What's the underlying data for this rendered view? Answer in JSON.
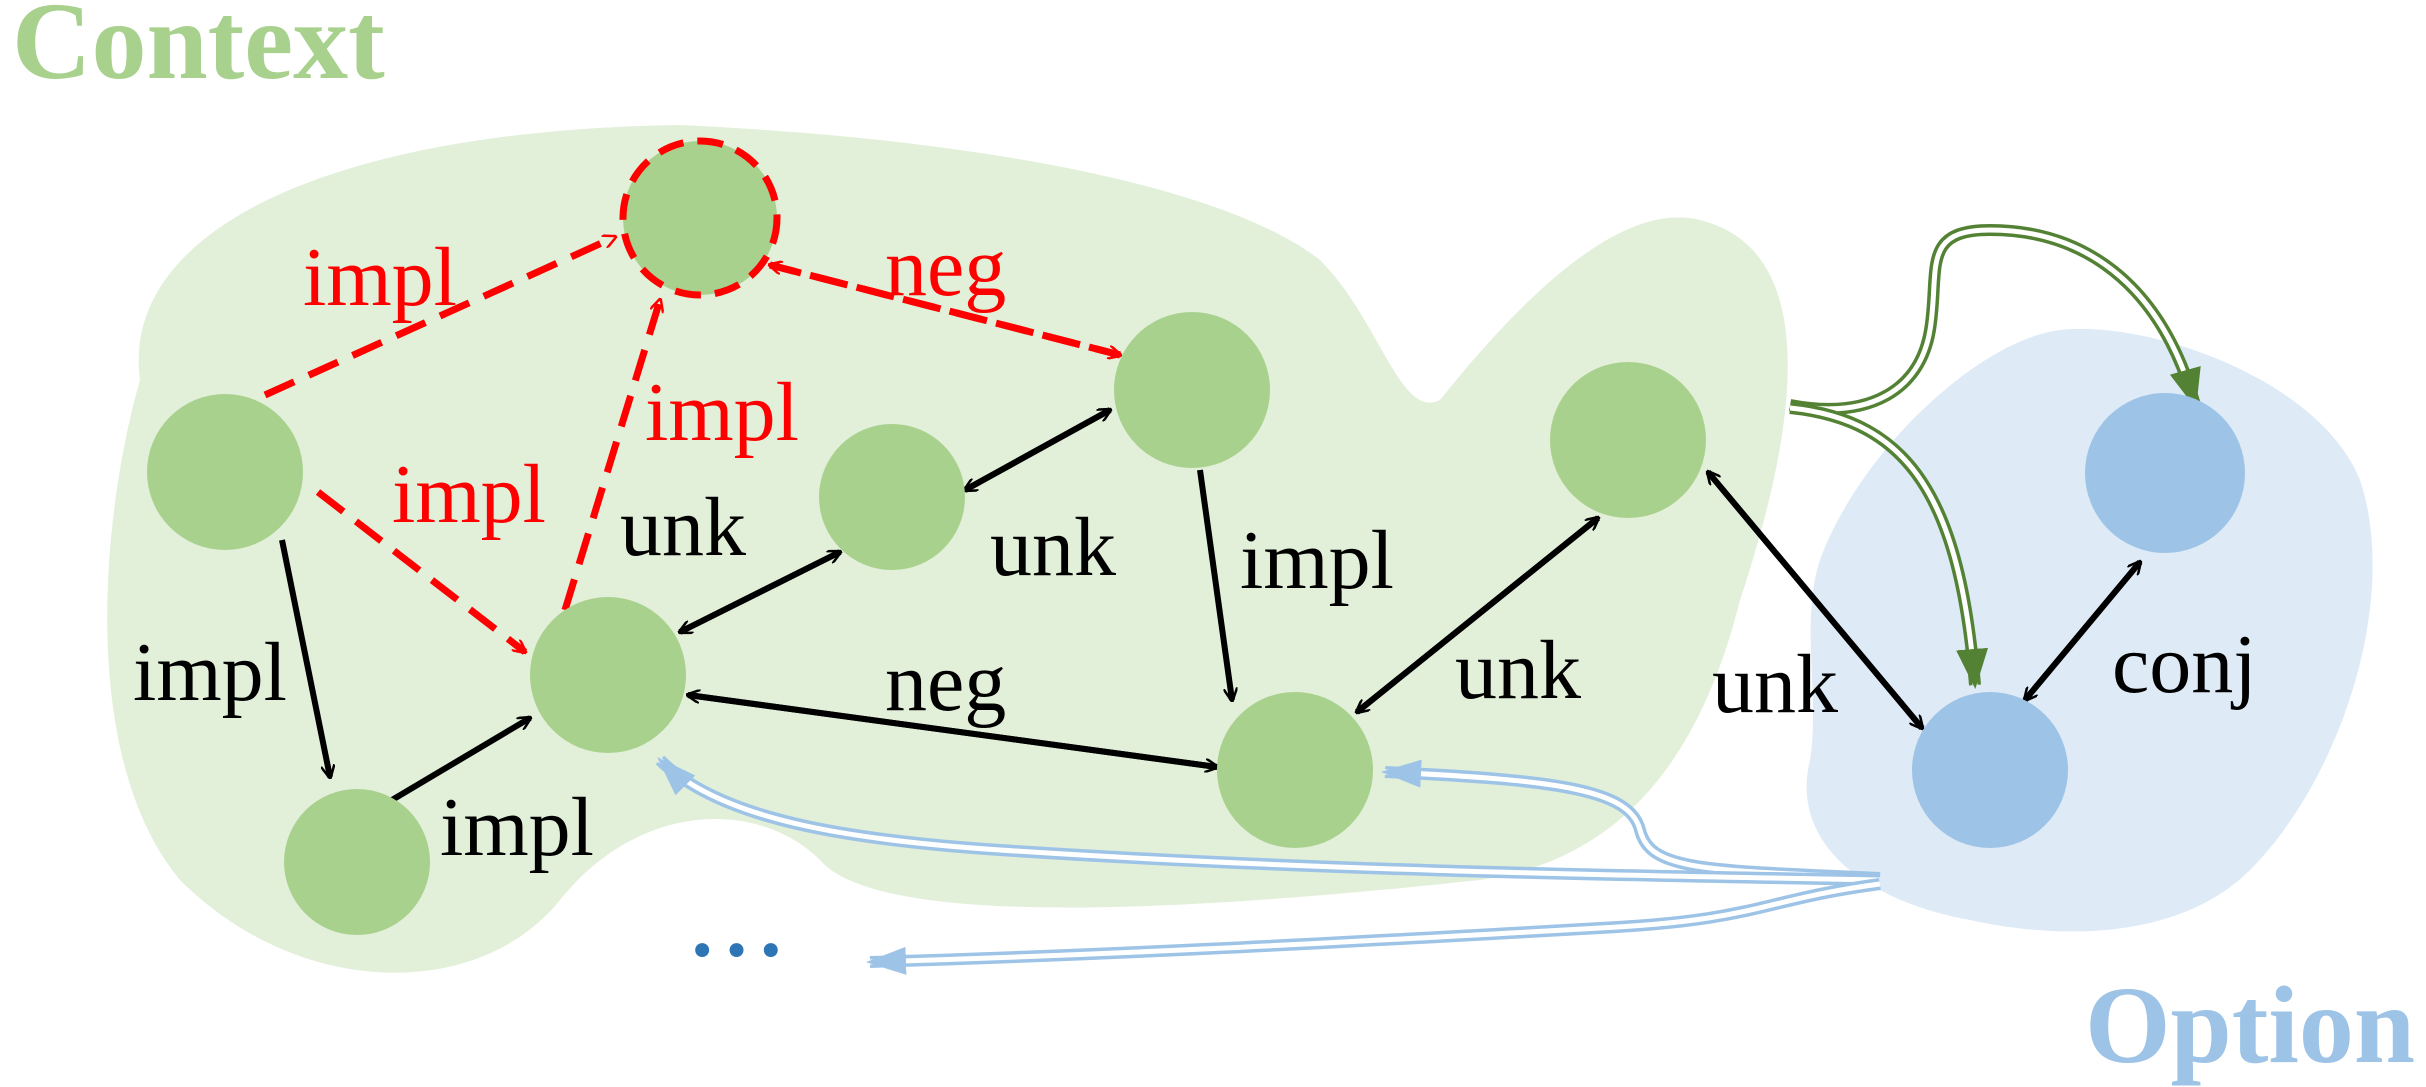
{
  "titles": {
    "context": "Context",
    "option": "Option"
  },
  "ellipsis": "•••",
  "edge_labels": {
    "impl_red_top": "impl",
    "neg_red_top": "neg",
    "impl_red_mid": "impl",
    "impl_red_left": "impl",
    "unk_a": "unk",
    "unk_b": "unk",
    "impl_right": "impl",
    "impl_left": "impl",
    "neg_center": "neg",
    "impl_bottom": "impl",
    "unk_c": "unk",
    "unk_d": "unk",
    "conj": "conj"
  },
  "colors": {
    "context_region": "#e2efd9",
    "option_region": "#deebf7",
    "context_node": "#a9d18e",
    "option_node": "#9dc3e6",
    "context_title": "#a9d18e",
    "option_title": "#9dc3e6",
    "red_edge": "#ff0000",
    "black_edge": "#000000",
    "green_link": "#548235",
    "blue_link": "#9dc3e6",
    "ellipsis": "#2e75b6"
  }
}
